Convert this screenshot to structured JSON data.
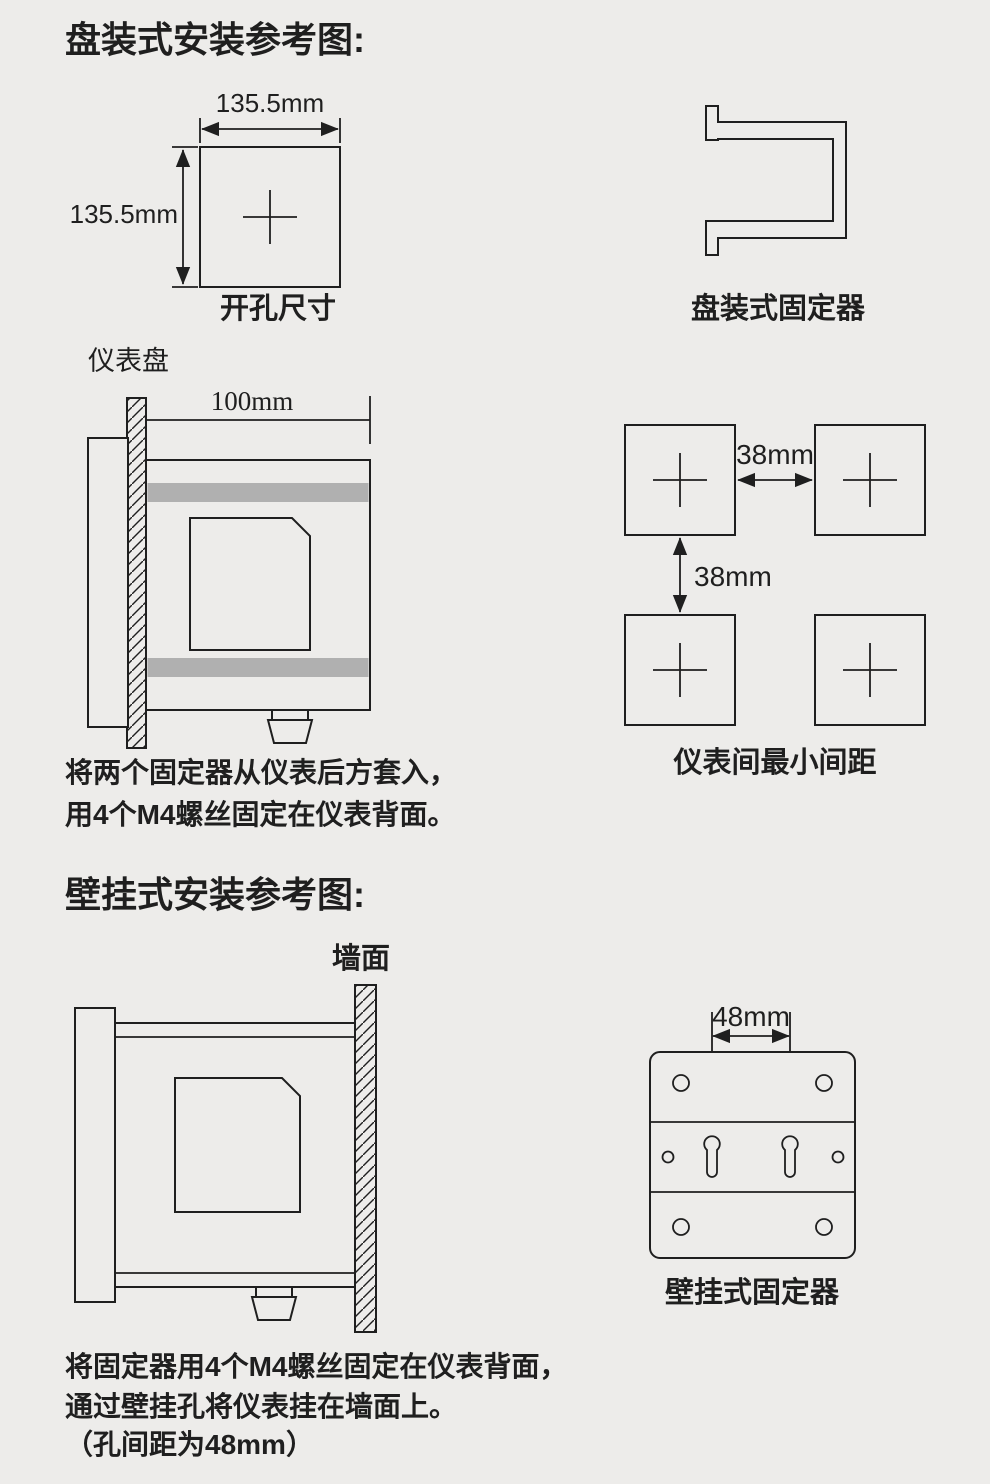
{
  "theme": {
    "background": "#edecea",
    "line_color": "#1f1f1f",
    "bar_color": "#b0b0b0"
  },
  "panel_section": {
    "title": "盘装式安装参考图:",
    "cutout": {
      "width_label": "135.5mm",
      "height_label": "135.5mm",
      "caption": "开孔尺寸"
    },
    "bracket_caption": "盘装式固定器",
    "side_view": {
      "panel_label": "仪表盘",
      "depth_label": "100mm"
    },
    "spacing": {
      "horizontal_label": "38mm",
      "vertical_label": "38mm",
      "caption": "仪表间最小间距"
    },
    "notes": [
      "将两个固定器从仪表后方套入，",
      "用4个M4螺丝固定在仪表背面。"
    ]
  },
  "wall_section": {
    "title": "壁挂式安装参考图:",
    "side_view": {
      "wall_label": "墙面"
    },
    "plate": {
      "dim_label": "48mm",
      "caption": "壁挂式固定器"
    },
    "notes": [
      "将固定器用4个M4螺丝固定在仪表背面，",
      "通过壁挂孔将仪表挂在墙面上。",
      "（孔间距为48mm）"
    ]
  }
}
